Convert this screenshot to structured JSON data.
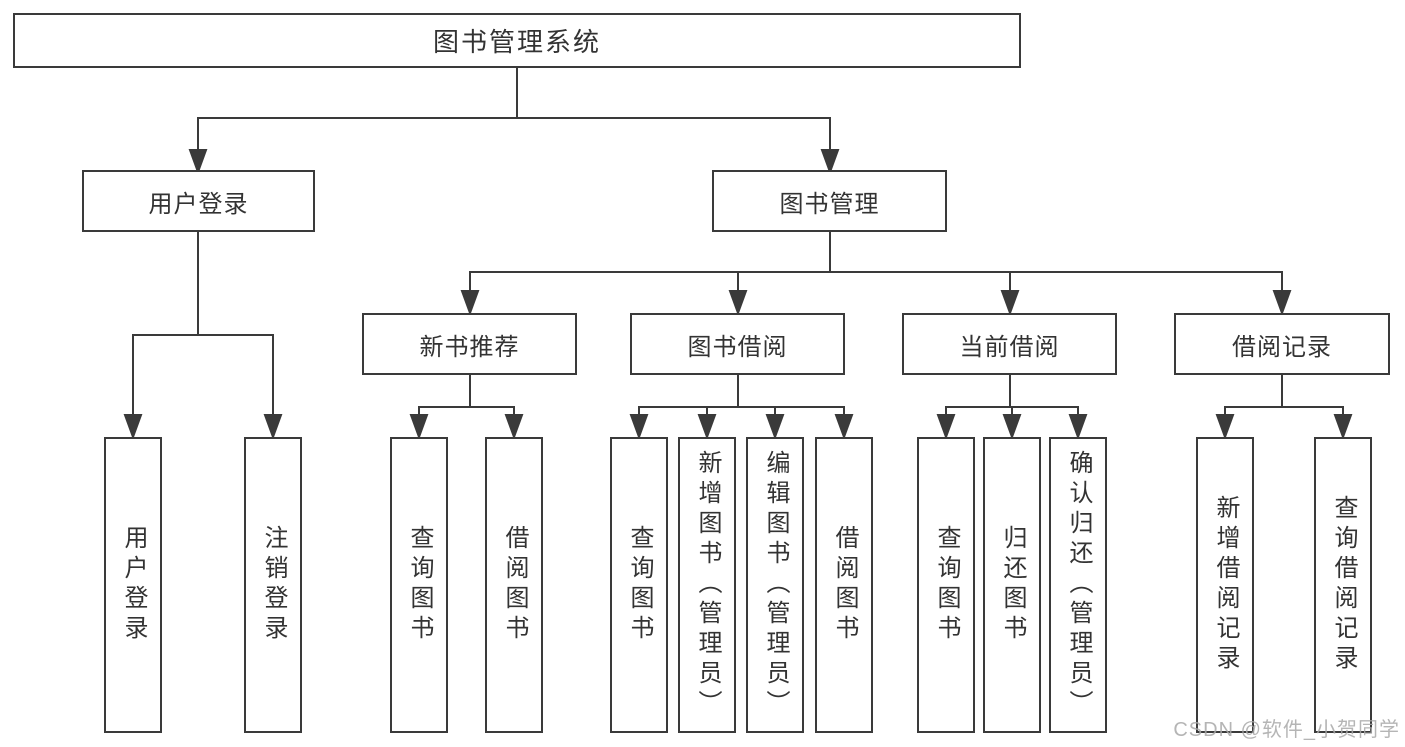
{
  "tree": {
    "label": "图书管理系统",
    "children": [
      {
        "label": "用户登录",
        "children": [
          {
            "label": "用户登录"
          },
          {
            "label": "注销登录"
          }
        ]
      },
      {
        "label": "图书管理",
        "children": [
          {
            "label": "新书推荐",
            "children": [
              {
                "label": "查询图书"
              },
              {
                "label": "借阅图书"
              }
            ]
          },
          {
            "label": "图书借阅",
            "children": [
              {
                "label": "查询图书"
              },
              {
                "label": "新增图书（管理员）"
              },
              {
                "label": "编辑图书（管理员）"
              },
              {
                "label": "借阅图书"
              }
            ]
          },
          {
            "label": "当前借阅",
            "children": [
              {
                "label": "查询图书"
              },
              {
                "label": "归还图书"
              },
              {
                "label": "确认归还（管理员）"
              }
            ]
          },
          {
            "label": "借阅记录",
            "children": [
              {
                "label": "新增借阅记录"
              },
              {
                "label": "查询借阅记录"
              }
            ]
          }
        ]
      }
    ]
  },
  "watermark": "CSDN @软件_小贺同学",
  "colors": {
    "line": "#3a3a3a",
    "text": "#333333",
    "background": "#ffffff",
    "watermark": "#a8a8a8"
  }
}
